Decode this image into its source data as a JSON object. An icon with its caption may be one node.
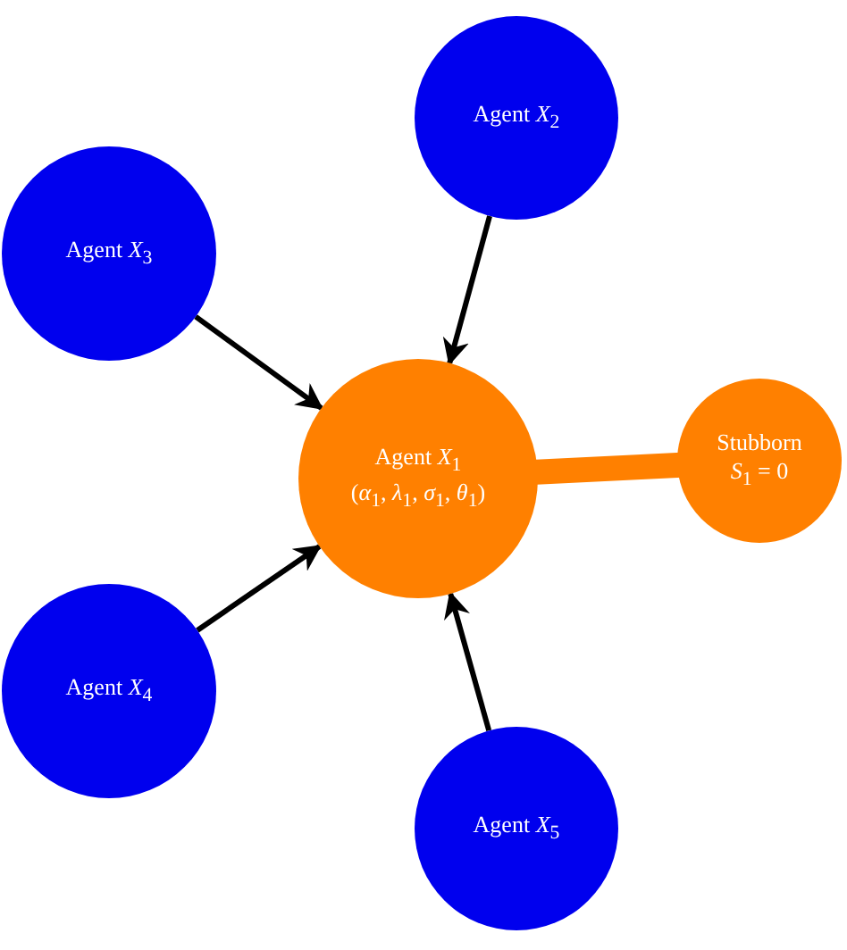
{
  "diagram": {
    "nodes": [
      {
        "text": [
          "Agent *X*$_{2}$"
        ]
      },
      {
        "text": [
          "Agent *X*$_{3}$"
        ]
      },
      {
        "text": [
          "Agent *X*$_{1}$",
          "(*α*$_{1}$, *λ*$_{1}$, *σ*$_{1}$, *θ*$_{1}$)"
        ]
      },
      {
        "text": [
          "Stubborn",
          "*S*$_{1}$ = 0"
        ]
      },
      {
        "text": [
          "Agent *X*$_{4}$"
        ]
      },
      {
        "text": [
          "Agent *X*$_{5}$"
        ]
      }
    ],
    "edges": [
      {
        "from": 0,
        "to": 2,
        "arrow": "to"
      },
      {
        "from": 1,
        "to": 2,
        "arrow": "to"
      },
      {
        "from": 4,
        "to": 2,
        "arrow": "to"
      },
      {
        "from": 5,
        "to": 2,
        "arrow": "to"
      },
      {
        "from": 2,
        "to": 3,
        "arrow": "none",
        "style": "thick",
        "color": "#ff8000"
      }
    ]
  }
}
